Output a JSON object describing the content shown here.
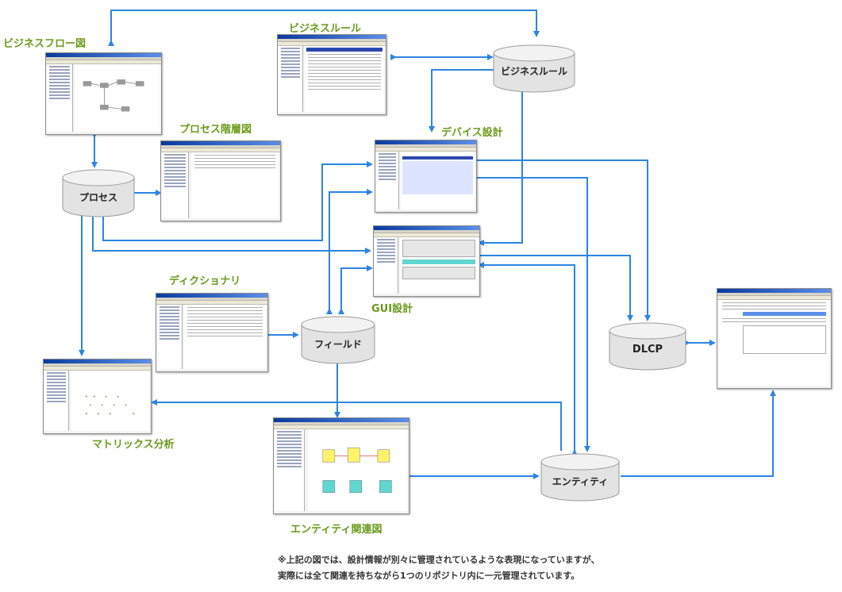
{
  "labels": {
    "business_flow": "ビジネスフロー図",
    "business_rule_screen": "ビジネスルール",
    "process_hierarchy": "プロセス階層図",
    "device_design": "デバイス設計",
    "gui_design": "GUI設計",
    "dictionary": "ディクショナリ",
    "matrix_analysis": "マトリックス分析",
    "er_diagram": "エンティティ関連図"
  },
  "stores": {
    "process": "プロセス",
    "business_rule": "ビジネスルール",
    "field": "フィールド",
    "dlcp": "DLCP",
    "entity": "エンティティ"
  },
  "note": {
    "line1": "※上記の図では、設計情報が別々に管理されているような表現になっていますが、",
    "line2": "実際には全て関連を持ちながら1つのリポジトリ内に一元管理されています。"
  },
  "colors": {
    "arrow": "#2b85e4",
    "label": "#6a9a1a",
    "cylinder_fill": "#e6e6e6",
    "cylinder_stroke": "#999999"
  }
}
